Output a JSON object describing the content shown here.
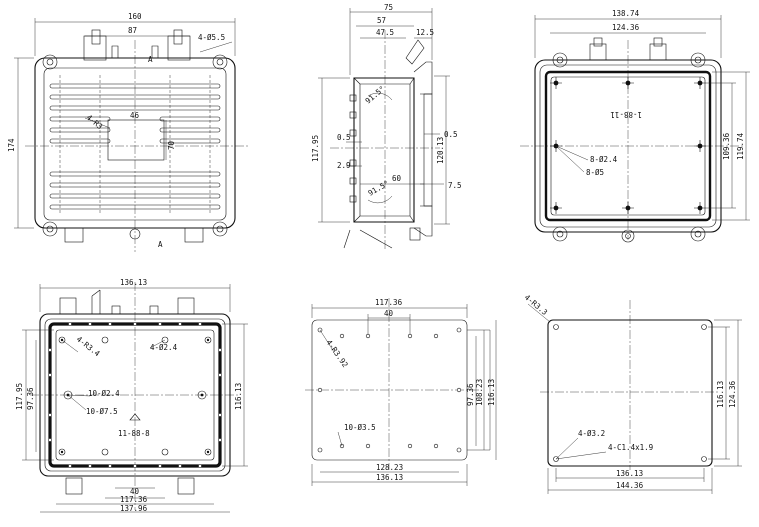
{
  "views": {
    "front": {
      "width": "160",
      "inner": "87",
      "screw": "4-Ø5.5",
      "height": "174",
      "label_a": "46",
      "label_b": "70",
      "tag": "4-R3",
      "section": "A"
    },
    "side": {
      "width": "75",
      "inner": "57",
      "inner2": "47.5",
      "edge": "12.5",
      "height": "117.95",
      "height2": "120.13",
      "ang1": "91.5°",
      "ang2": "91.5°",
      "t1": "0.5",
      "t2": "0.5",
      "t3": "2.9",
      "depth": "60",
      "t4": "7.5"
    },
    "top_right": {
      "width": "138.74",
      "width2": "124.36",
      "h1": "109.36",
      "h2": "119.74",
      "hole1": "8-Ø2.4",
      "hole2": "8-Ø5",
      "mark": "1-88-11"
    },
    "bottom_left": {
      "width": "136.13",
      "width2": "117.36",
      "width3": "137.96",
      "mid": "40",
      "h_left": "117.95",
      "h_left2": "97.36",
      "h_right": "116.13",
      "r": "4-R3.4",
      "hole_a": "4-Ø2.4",
      "hole_b": "10-Ø2.4",
      "hole_c": "10-Ø7.5",
      "mark": "11-88-8"
    },
    "plate": {
      "width": "117.36",
      "mid": "40",
      "r": "4-R3.92",
      "h1": "97.36",
      "h2": "108.23",
      "h3": "116.13",
      "holes": "10-Ø3.5",
      "w1": "128.23",
      "w2": "136.13"
    },
    "lid": {
      "r": "4-R3.3",
      "hole": "4-Ø3.2",
      "chamfer": "4-C1.4x1.9",
      "h1": "116.13",
      "h2": "124.36",
      "w1": "136.13",
      "w2": "144.36"
    }
  }
}
